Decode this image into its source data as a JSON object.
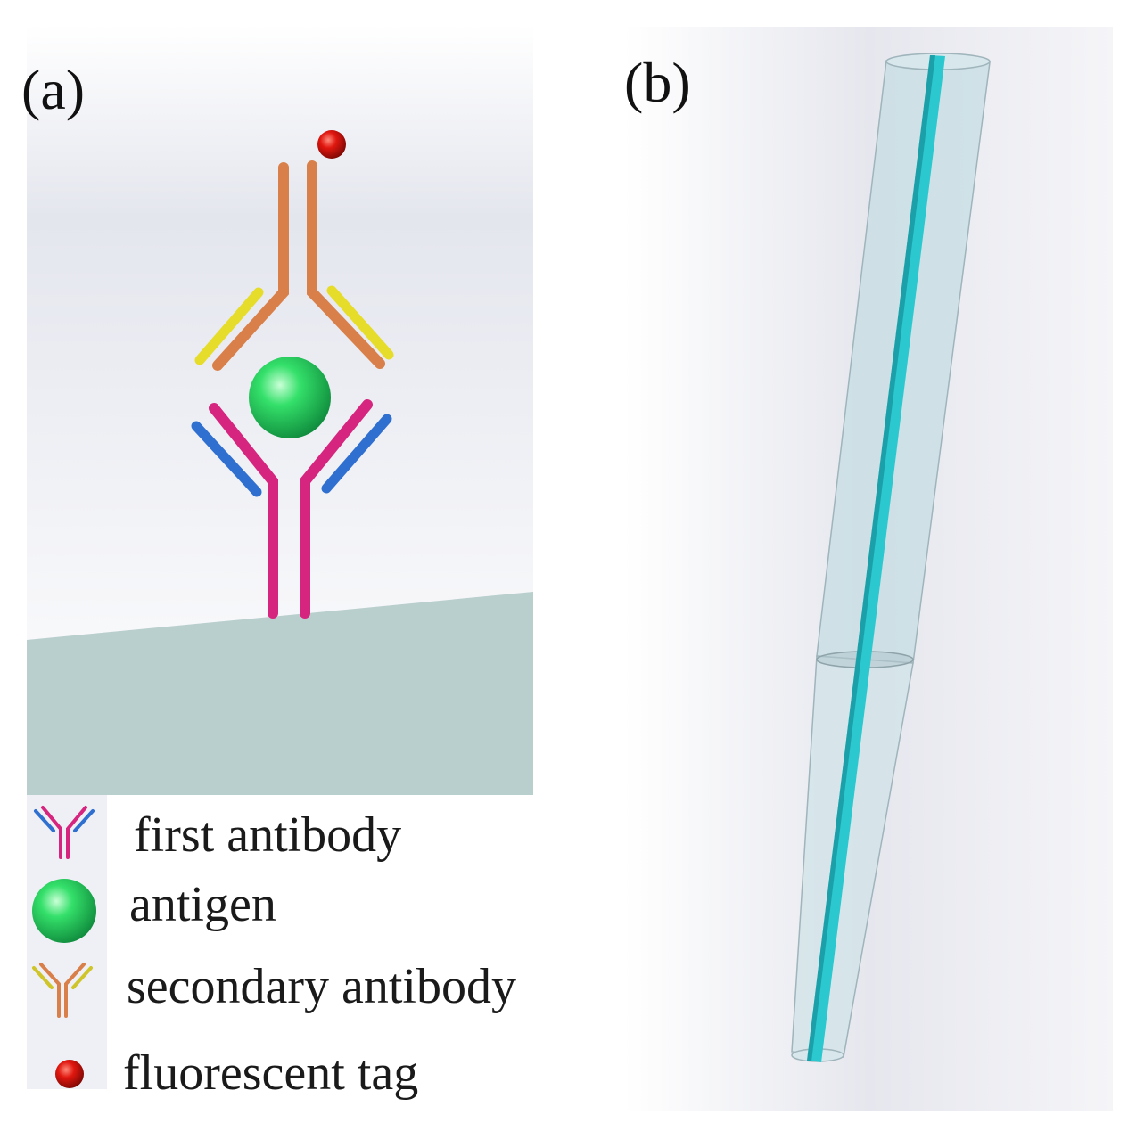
{
  "panels": {
    "a": {
      "label": "(a)"
    },
    "b": {
      "label": "(b)"
    }
  },
  "legend": [
    {
      "icon": "first-antibody-icon",
      "text": "first antibody"
    },
    {
      "icon": "antigen-icon",
      "text": "antigen"
    },
    {
      "icon": "secondary-antibody-icon",
      "text": "secondary antibody"
    },
    {
      "icon": "fluorescent-tag-icon",
      "text": "fluorescent tag"
    }
  ],
  "colors": {
    "first_antibody_stem": "#d6257e",
    "first_antibody_arm": "#2f6fd0",
    "antigen": "#22c45a",
    "secondary_antibody_stem": "#d9804a",
    "secondary_antibody_arm": "#e6dc2a",
    "fluorescent_tag": "#c8100e",
    "substrate": "#b9cfcd",
    "fiber_core": "#2bc8cf",
    "fiber_cladding": "#c5dde3"
  }
}
